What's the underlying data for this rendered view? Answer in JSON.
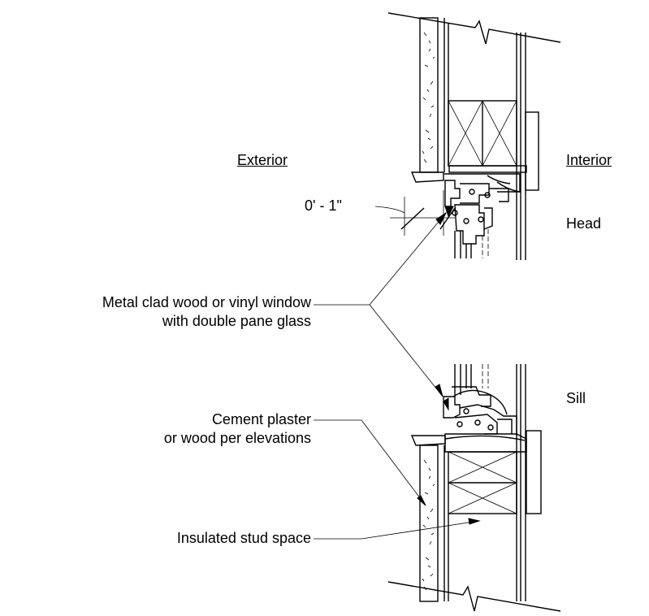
{
  "labels": {
    "exterior": "Exterior",
    "interior": "Interior",
    "dimension": "0' - 1\"",
    "head": "Head",
    "sill": "Sill",
    "window_line1": "Metal clad wood  or vinyl window",
    "window_line2": "with  double pane glass",
    "plaster_line1": "Cement plaster",
    "plaster_line2": "or wood per elevations",
    "stud_space": "Insulated stud space"
  }
}
